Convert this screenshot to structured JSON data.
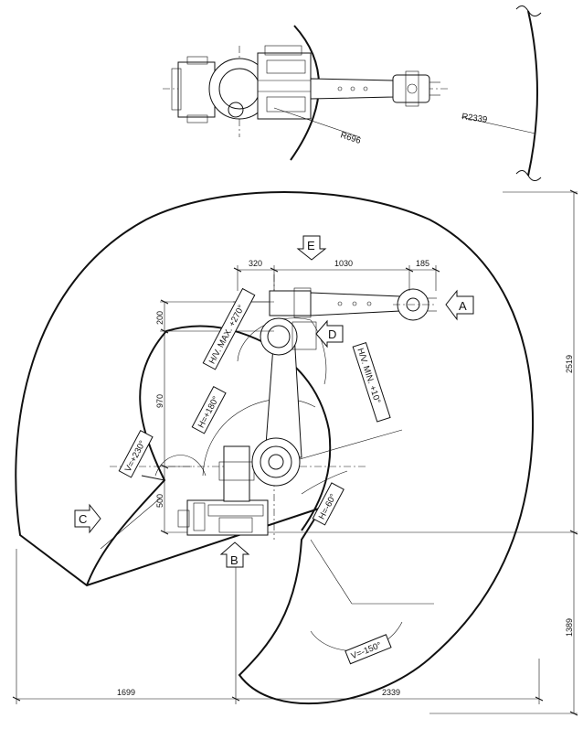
{
  "top_view": {
    "radius_inner_label": "R696",
    "radius_outer_label": "R2339"
  },
  "dimensions": {
    "d320": "320",
    "d1030": "1030",
    "d185": "185",
    "d200": "200",
    "d970": "970",
    "d500": "500",
    "d2519": "2519",
    "d1389": "1389",
    "d1699": "1699",
    "d2339": "2339"
  },
  "angles": {
    "hv_max": "H/V. MAX. +270°",
    "hv_min": "H/V. MIN. +10°",
    "h_180": "H=+180°",
    "v_230": "V=+230°",
    "h_60": "H=-60°",
    "v_150": "V=-150°"
  },
  "view_markers": {
    "a": "A",
    "b": "B",
    "c": "C",
    "d": "D",
    "e": "E"
  }
}
